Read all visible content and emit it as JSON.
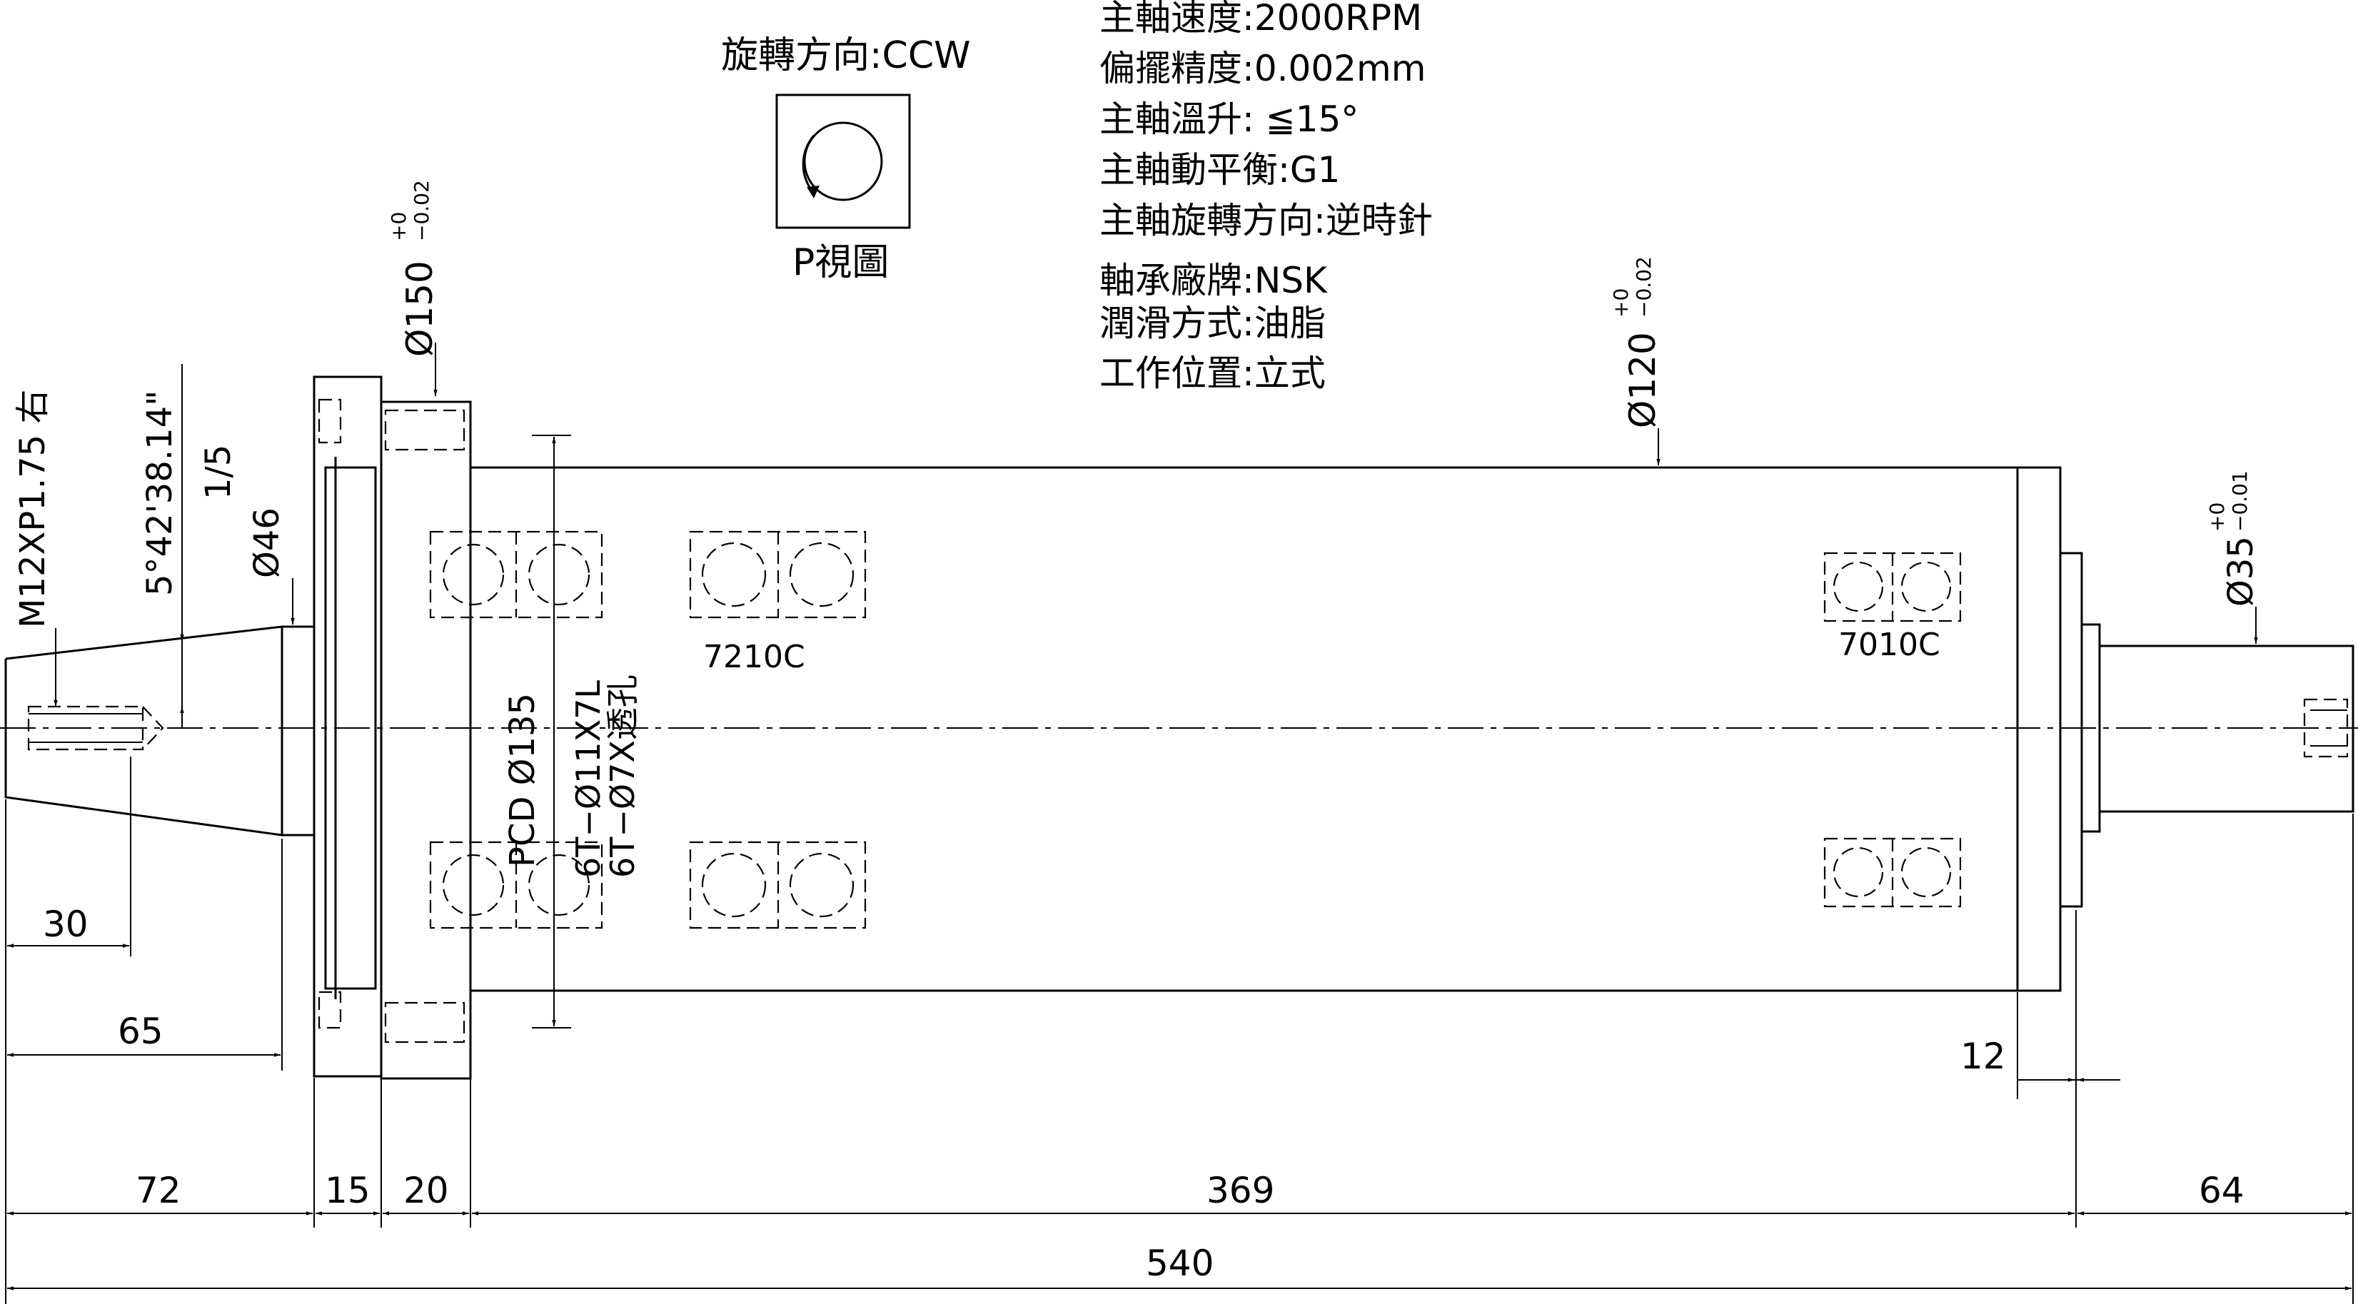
{
  "rotation": {
    "direction_label": "旋轉方向:CCW",
    "view_label": "P視圖"
  },
  "specs": [
    "主軸速度:2000RPM",
    "偏擺精度:0.002mm",
    "主軸溫升: ≦15°",
    "主軸動平衡:G1",
    "主軸旋轉方向:逆時針",
    "軸承廠牌:NSK",
    "潤滑方式:油脂",
    "工作位置:立式"
  ],
  "labels": {
    "dia150": "Ø150",
    "dia150_tol_upper": "+0",
    "dia150_tol_lower": "−0.02",
    "dia120": "Ø120",
    "dia120_tol_upper": "+0",
    "dia120_tol_lower": "−0.02",
    "dia35": "Ø35",
    "dia35_tol_upper": "+0",
    "dia35_tol_lower": "−0.01",
    "thread": "M12XP1.75 右",
    "taper_angle": "5°42'38.14\"",
    "taper_ratio": "1/5",
    "dia46": "Ø46",
    "pcd": "PCD  Ø135",
    "holes1": "6T−Ø11X7L",
    "holes2": "6T−Ø7X透孔",
    "bearing_front": "7210C",
    "bearing_rear": "7010C"
  },
  "dimensions": {
    "d30": "30",
    "d65": "65",
    "d72": "72",
    "d15": "15",
    "d20": "20",
    "d369": "369",
    "d64": "64",
    "d12": "12",
    "d540": "540"
  }
}
